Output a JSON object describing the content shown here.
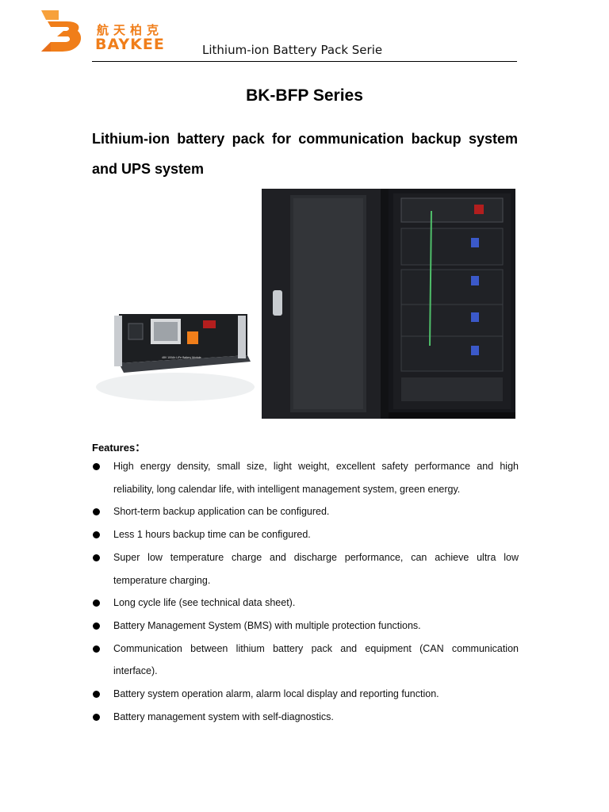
{
  "header": {
    "logo_cn": "航天柏克",
    "logo_en": "BAYKEE",
    "title": "Lithium-ion Battery Pack Serie",
    "brand_color": "#f07e1a"
  },
  "document": {
    "title": "BK-BFP Series",
    "subtitle": "Lithium-ion battery pack for communication backup system and UPS system"
  },
  "images": {
    "module_caption": "48V 100Ah LiFe Battery Module"
  },
  "features": {
    "heading": "Features：",
    "items": [
      "High energy density, small size, light weight, excellent safety performance and high reliability, long calendar life, with intelligent management system, green energy.",
      "Short-term backup application can be configured.",
      "Less 1 hours backup time can be configured.",
      "Super low temperature charge and discharge performance, can achieve ultra low temperature charging.",
      "Long cycle life (see technical data sheet).",
      "Battery Management System (BMS) with multiple protection functions.",
      "Communication between lithium battery pack and equipment (CAN communication interface).",
      "Battery system operation alarm, alarm local display and reporting function.",
      "Battery management system with self-diagnostics."
    ]
  }
}
